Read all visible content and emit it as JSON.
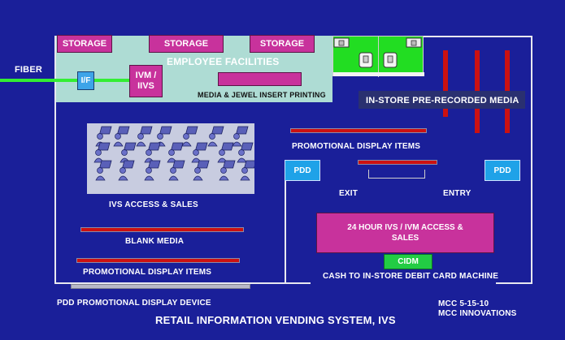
{
  "labels": {
    "storage_1": "STORAGE",
    "storage_2": "STORAGE",
    "storage_3": "STORAGE",
    "employee_facilities": "EMPLOYEE FACILITIES",
    "fiber": "FIBER",
    "interface": "I/F",
    "ivm_iivs": "IVM / IIVS",
    "media_jewel": "MEDIA & JEWEL INSERT PRINTING",
    "in_store_media": "IN-STORE PRE-RECORDED  MEDIA",
    "promo_display_top": "PROMOTIONAL  DISPLAY ITEMS",
    "pdd_left": "PDD",
    "pdd_right": "PDD",
    "exit": "EXIT",
    "entry": "ENTRY",
    "ivs_access_sales": "IVS ACCESS & SALES",
    "blank_media": "BLANK MEDIA",
    "promo_display_bottom": "PROMOTIONAL DISPLAY ITEMS",
    "hour24": "24 HOUR IVS / IVM ACCESS & SALES",
    "cidm": "CIDM",
    "cash_to_debit": "CASH TO IN-STORE DEBIT CARD MACHINE",
    "pdd_legend": "PDD  PROMOTIONAL  DISPLAY DEVICE",
    "mcc_date": "MCC  5-15-10",
    "mcc_innovations": "MCC INNOVATIONS",
    "title": "RETAIL INFORMATION VENDING SYSTEM, IVS"
  },
  "colors": {
    "background": "#1a1f99",
    "employee_area": "#aedcd4",
    "storage": "#c8329c",
    "fiber": "#33ee33",
    "restroom": "#22dd22",
    "red_bar": "#cc1111",
    "pdd": "#1fa2e8",
    "cidm": "#22cc44"
  },
  "icons": {
    "person": "person-at-computer-icon",
    "toilet": "toilet-icon",
    "sink": "sink-icon"
  }
}
